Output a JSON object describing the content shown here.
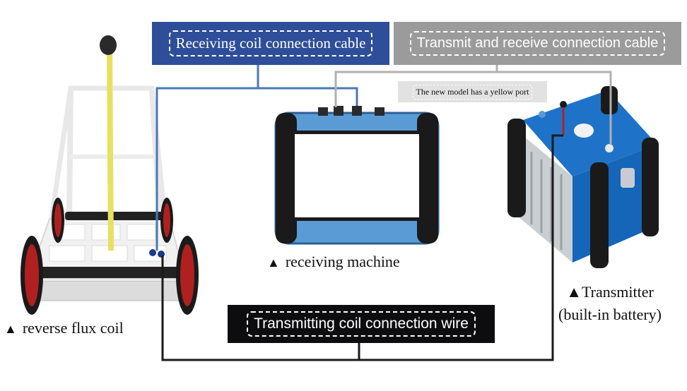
{
  "labels": {
    "receiving_coil_cable": "Receiving coil connection cable",
    "transmit_receive_cable": "Transmit and receive connection cable",
    "yellow_port_note": "The new model has a yellow port",
    "transmitting_coil_wire": "Transmitting coil connection wire"
  },
  "captions": {
    "marker": "▲",
    "receiving_machine": "receiving machine",
    "reverse_flux_coil": "reverse flux coil",
    "transmitter_line1": "Transmitter",
    "transmitter_line2": "(built-in battery)"
  },
  "colors": {
    "receiving_cable": "#4a78b8",
    "transmit_cable": "#b0b0b0",
    "transmitting_wire": "#1a1a1a",
    "receiver_body": "#5b9bd5",
    "transmitter_body": "#1e73c8"
  }
}
